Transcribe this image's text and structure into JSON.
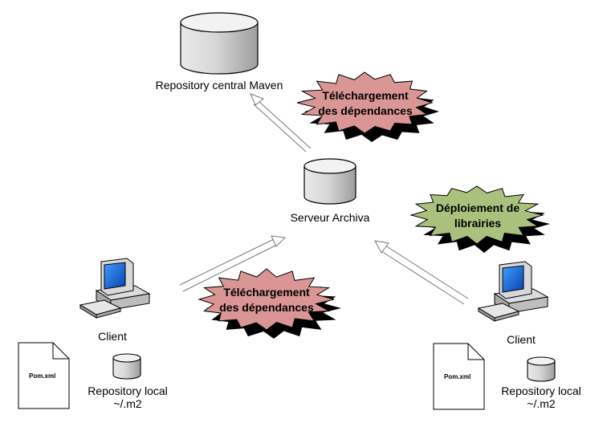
{
  "nodes": {
    "central": {
      "label": "Repository central Maven"
    },
    "archiva": {
      "label": "Serveur Archiva"
    },
    "client_left": {
      "label": "Client",
      "pom": "Pom.xml",
      "repo_label": "Repository local\n~/.m2"
    },
    "client_right": {
      "label": "Client",
      "pom": "Pom.xml",
      "repo_label": "Repository local\n~/.m2"
    }
  },
  "bursts": {
    "download_top": {
      "text": "Téléchargement\ndes dépendances",
      "color": "#d99694"
    },
    "download_left": {
      "text": "Téléchargement\ndes dépendances",
      "color": "#d99694"
    },
    "deploy_right": {
      "text": "Déploiement de\nlibrairies",
      "color": "#aac17e"
    }
  },
  "colors": {
    "burst_shadow": "#000000",
    "cylinder_fill": "#d0d0d0",
    "cylinder_top": "#f2f2f2"
  }
}
